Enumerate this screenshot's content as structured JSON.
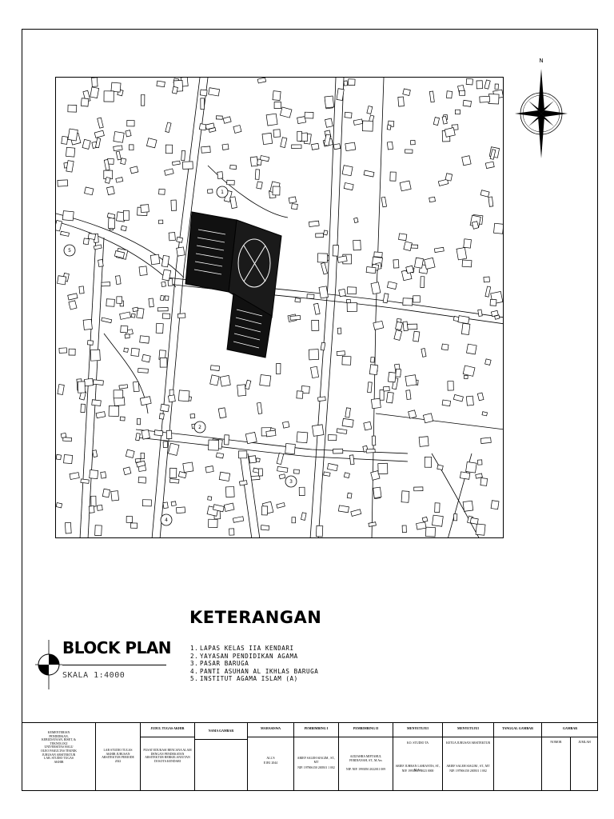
{
  "drawing": {
    "compass_label": "N"
  },
  "keterangan": {
    "title": "KETERANGAN",
    "items": [
      {
        "num": "1.",
        "text": "LAPAS KELAS IIA KENDARI"
      },
      {
        "num": "2.",
        "text": "YAYASAN PENDIDIKAN AGAMA"
      },
      {
        "num": "3.",
        "text": "PASAR BARUGA"
      },
      {
        "num": "4.",
        "text": "PANTI ASUHAN AL IKHLAS BARUGA"
      },
      {
        "num": "5.",
        "text": "INSTITUT AGAMA ISLAM (A)"
      }
    ]
  },
  "map_markers": [
    "1",
    "2",
    "3",
    "4",
    "5"
  ],
  "block_plan": {
    "title": "BLOCK PLAN",
    "scale": "SKALA 1:4000"
  },
  "title_block": {
    "institution": "KEMENTERIAN PENDIDIKAN, KEBUDAYAAN, RISET, & TEKNOLOGI UNIVERSITAS HALU OLEO FAKULTAS TEKNIK JURUSAN ARSITEKTUR LAB. STUDIO TUGAS AKHIR",
    "lab": "LAB STUDIO TUGAS AKHIR JURUSAN ARSITEKTUR PERIODE 2022",
    "judul_header": "JUDUL TUGAS AKHIR",
    "judul": "PUSAT EDUKASI BENCANA ALAM DENGAN PENDEKATAN ARSITEKTUR BERKELANJUTAN DI KOTA KENDARI",
    "nama_gambar_header": "NAMA GAMBAR",
    "mahasiswa_header": "MAHASISWA",
    "mahasiswa_name": "ALL'S",
    "mahasiswa_id": "E1B1 2044",
    "pembimbing1_header": "PEMBIMBING I",
    "pembimbing1_name": "ARIEF SALEH SIAGIM , ST., MT",
    "pembimbing1_nip": "NIP. 197906150 200501 1 002",
    "pembimbing2_header": "PEMBIMBING II",
    "pembimbing2_name": "AZIZAHRA MIFTAHUL FERDIANAH, ST., M.Ars",
    "pembimbing2_nip": "NIP. NIP. 1993050 2022011 009",
    "menyetujui1_header": "MENYETUJUI",
    "menyetujui1_role": "KO. STUDIO TA",
    "menyetujui1_name": "ARIEF JUHRAN LAHIANTIS, ST., M.Ars",
    "menyetujui1_nip": "NIP. 19930615 2023 0000",
    "menyetujui2_header": "MENYETUJUI",
    "menyetujui2_role": "KETUA JURUSAN ARSITEKTUR",
    "menyetujui2_name": "ARIEF SALEH SIAGIM , ST., MT",
    "menyetujui2_nip": "NIP. 197906150 200501 1 002",
    "tanggal_header": "TANGGAL GAMBAR",
    "gambar_header": "GAMBAR",
    "nomor": "NOMOR",
    "jumlah": "JUMLAH"
  }
}
